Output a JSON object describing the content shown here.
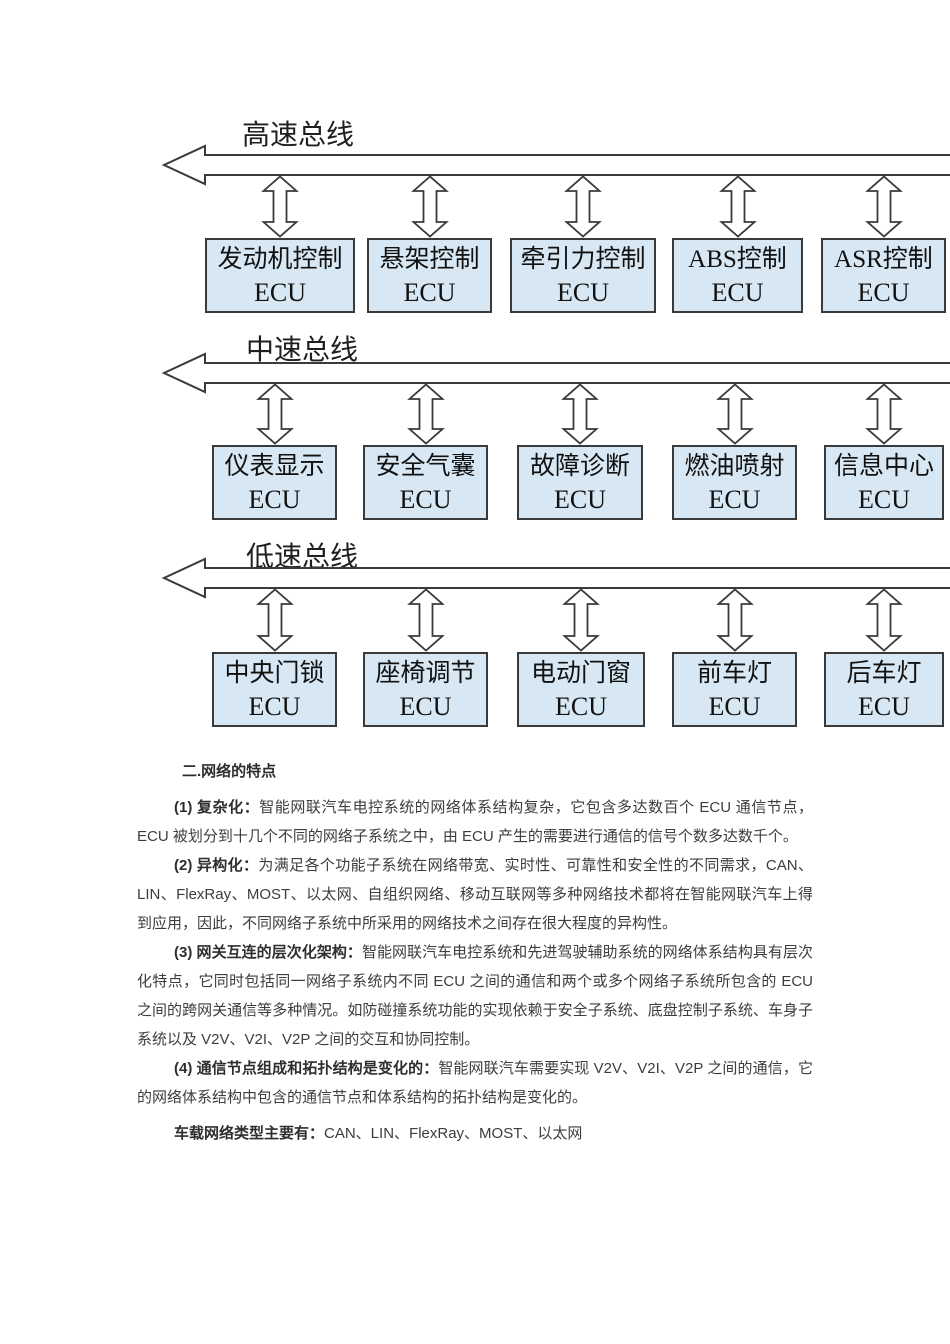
{
  "diagram": {
    "type": "bus-network",
    "colors": {
      "node_fill": "#d7e8f4",
      "line": "#3a3a3a",
      "background": "#ffffff"
    },
    "buses": [
      {
        "label": "高速总线",
        "nodes": [
          {
            "name": "发动机控制",
            "type": "ECU"
          },
          {
            "name": "悬架控制",
            "type": "ECU"
          },
          {
            "name": "牵引力控制",
            "type": "ECU"
          },
          {
            "name": "ABS控制",
            "type": "ECU"
          },
          {
            "name": "ASR控制",
            "type": "ECU"
          }
        ]
      },
      {
        "label": "中速总线",
        "nodes": [
          {
            "name": "仪表显示",
            "type": "ECU"
          },
          {
            "name": "安全气囊",
            "type": "ECU"
          },
          {
            "name": "故障诊断",
            "type": "ECU"
          },
          {
            "name": "燃油喷射",
            "type": "ECU"
          },
          {
            "name": "信息中心",
            "type": "ECU"
          }
        ]
      },
      {
        "label": "低速总线",
        "nodes": [
          {
            "name": "中央门锁",
            "type": "ECU"
          },
          {
            "name": "座椅调节",
            "type": "ECU"
          },
          {
            "name": "电动门窗",
            "type": "ECU"
          },
          {
            "name": "前车灯",
            "type": "ECU"
          },
          {
            "name": "后车灯",
            "type": "ECU"
          }
        ]
      }
    ]
  },
  "notes": {
    "heading": "二.网络的特点",
    "paragraphs": [
      {
        "bold": "(1) 复杂化：",
        "text": "智能网联汽车电控系统的网络体系结构复杂，它包含多达数百个 ECU 通信节点，ECU 被划分到十几个不同的网络子系统之中，由 ECU 产生的需要进行通信的信号个数多达数千个。"
      },
      {
        "bold": "(2) 异构化：",
        "text": "为满足各个功能子系统在网络带宽、实时性、可靠性和安全性的不同需求，CAN、LIN、FlexRay、MOST、以太网、自组织网络、移动互联网等多种网络技术都将在智能网联汽车上得到应用，因此，不同网络子系统中所采用的网络技术之间存在很大程度的异构性。"
      },
      {
        "bold": "(3) 网关互连的层次化架构：",
        "text": "智能网联汽车电控系统和先进驾驶辅助系统的网络体系结构具有层次化特点，它同时包括同一网络子系统内不同 ECU 之间的通信和两个或多个网络子系统所包含的 ECU 之间的跨网关通信等多种情况。如防碰撞系统功能的实现依赖于安全子系统、底盘控制子系统、车身子系统以及 V2V、V2I、V2P 之间的交互和协同控制。"
      },
      {
        "bold": "(4) 通信节点组成和拓扑结构是变化的：",
        "text": "智能网联汽车需要实现 V2V、V2I、V2P 之间的通信，它的网络体系结构中包含的通信节点和体系结构的拓扑结构是变化的。"
      }
    ],
    "footer": {
      "bold": "车载网络类型主要有：",
      "text": "CAN、LIN、FlexRay、MOST、以太网"
    }
  }
}
